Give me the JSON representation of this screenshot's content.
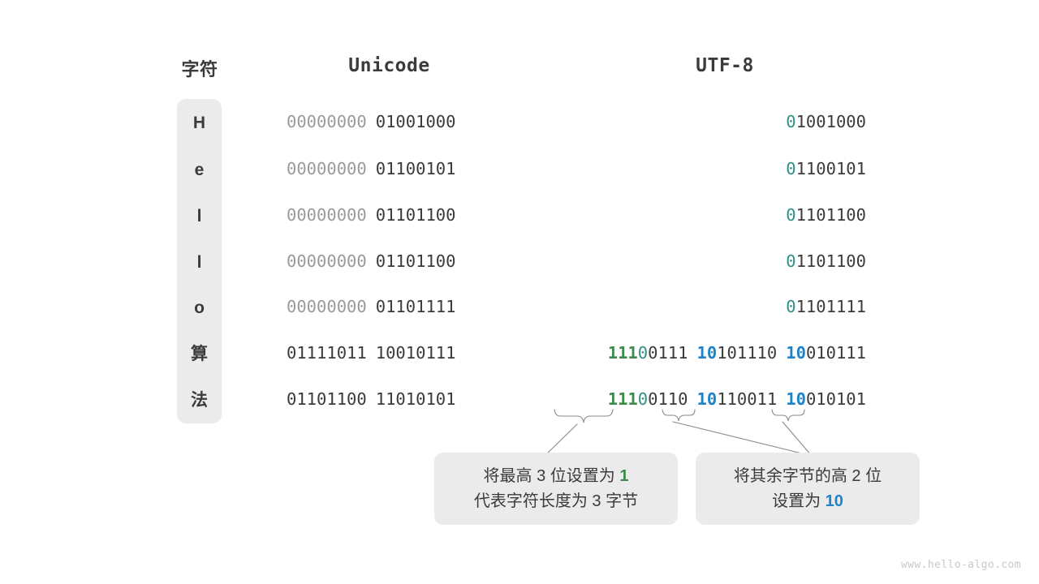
{
  "headers": {
    "character": "字符",
    "unicode": "Unicode",
    "utf8": "UTF-8"
  },
  "rows": [
    {
      "char": "H",
      "unicode_high": "00000000",
      "unicode_low": "01001000",
      "utf8_bytes": [
        {
          "prefix": "0",
          "prefix_kind": "lead0",
          "rest": "1001000"
        }
      ]
    },
    {
      "char": "e",
      "unicode_high": "00000000",
      "unicode_low": "01100101",
      "utf8_bytes": [
        {
          "prefix": "0",
          "prefix_kind": "lead0",
          "rest": "1100101"
        }
      ]
    },
    {
      "char": "l",
      "unicode_high": "00000000",
      "unicode_low": "01101100",
      "utf8_bytes": [
        {
          "prefix": "0",
          "prefix_kind": "lead0",
          "rest": "1101100"
        }
      ]
    },
    {
      "char": "l",
      "unicode_high": "00000000",
      "unicode_low": "01101100",
      "utf8_bytes": [
        {
          "prefix": "0",
          "prefix_kind": "lead0",
          "rest": "1101100"
        }
      ]
    },
    {
      "char": "o",
      "unicode_high": "00000000",
      "unicode_low": "01101111",
      "utf8_bytes": [
        {
          "prefix": "0",
          "prefix_kind": "lead0",
          "rest": "1101111"
        }
      ]
    },
    {
      "char": "算",
      "unicode_high": "01111011",
      "unicode_low": "10010111",
      "utf8_bytes": [
        {
          "prefix": "111",
          "prefix_kind": "g111",
          "zero": "0",
          "rest": "0111"
        },
        {
          "prefix": "10",
          "prefix_kind": "b10",
          "rest": "101110"
        },
        {
          "prefix": "10",
          "prefix_kind": "b10",
          "rest": "010111"
        }
      ]
    },
    {
      "char": "法",
      "unicode_high": "01101100",
      "unicode_low": "11010101",
      "utf8_bytes": [
        {
          "prefix": "111",
          "prefix_kind": "g111",
          "zero": "0",
          "rest": "0110"
        },
        {
          "prefix": "10",
          "prefix_kind": "b10",
          "rest": "110011"
        },
        {
          "prefix": "10",
          "prefix_kind": "b10",
          "rest": "010101"
        }
      ]
    }
  ],
  "callouts": [
    {
      "line1_a": "将最高 3 位设置为 ",
      "line1_hl": "1",
      "line1_hl_color": "green",
      "line2_a": "代表字符长度为 3 字节",
      "line2_hl": "",
      "line2_hl_color": ""
    },
    {
      "line1_a": "将其余字节的高 2 位",
      "line1_hl": "",
      "line1_hl_color": "",
      "line2_a": "设置为 ",
      "line2_hl": "10",
      "line2_hl_color": "blue"
    }
  ],
  "watermark": "www.hello-algo.com",
  "colors": {
    "text": "#3b3b3b",
    "dim": "#9a9a9a",
    "card": "#ebebeb",
    "lead_zero": "#2e9183",
    "green": "#3d8b4a",
    "blue": "#1f83cc",
    "connector": "#8a8a8a"
  }
}
